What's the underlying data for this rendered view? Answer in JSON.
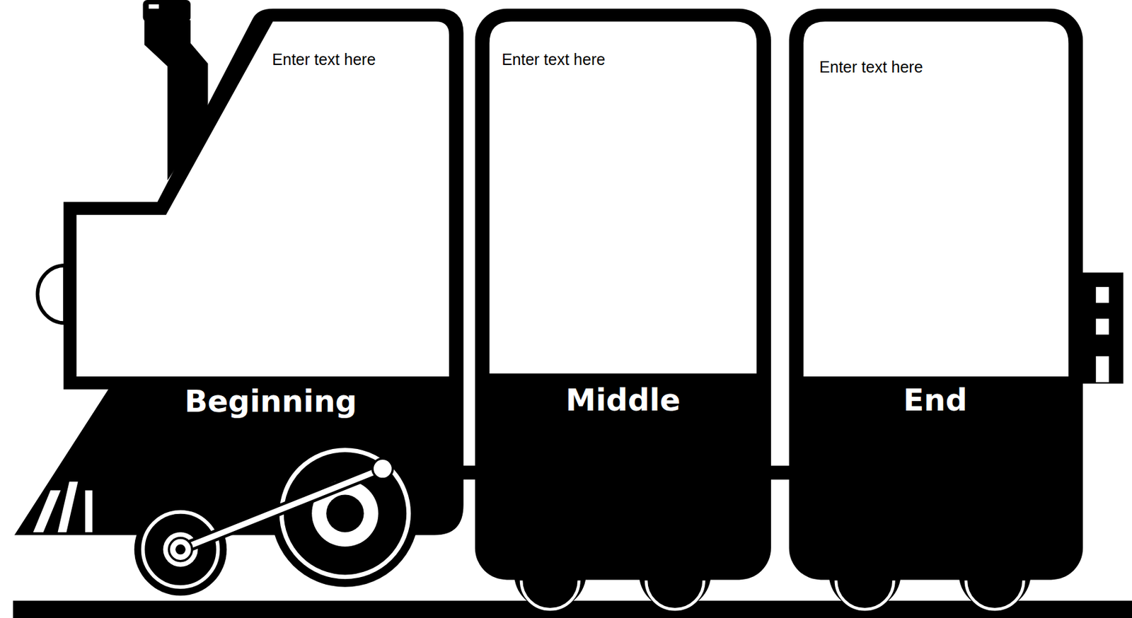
{
  "diagram": {
    "nodes": [
      {
        "text": [
          "Enter text here",
          "Beginning"
        ]
      },
      {
        "text": [
          "Enter text here",
          "Middle"
        ]
      },
      {
        "text": [
          "Enter text here",
          "End"
        ]
      }
    ],
    "edges": [
      {
        "from": 0,
        "to": 1,
        "arrow": "none"
      },
      {
        "from": 1,
        "to": 2,
        "arrow": "none"
      }
    ]
  }
}
